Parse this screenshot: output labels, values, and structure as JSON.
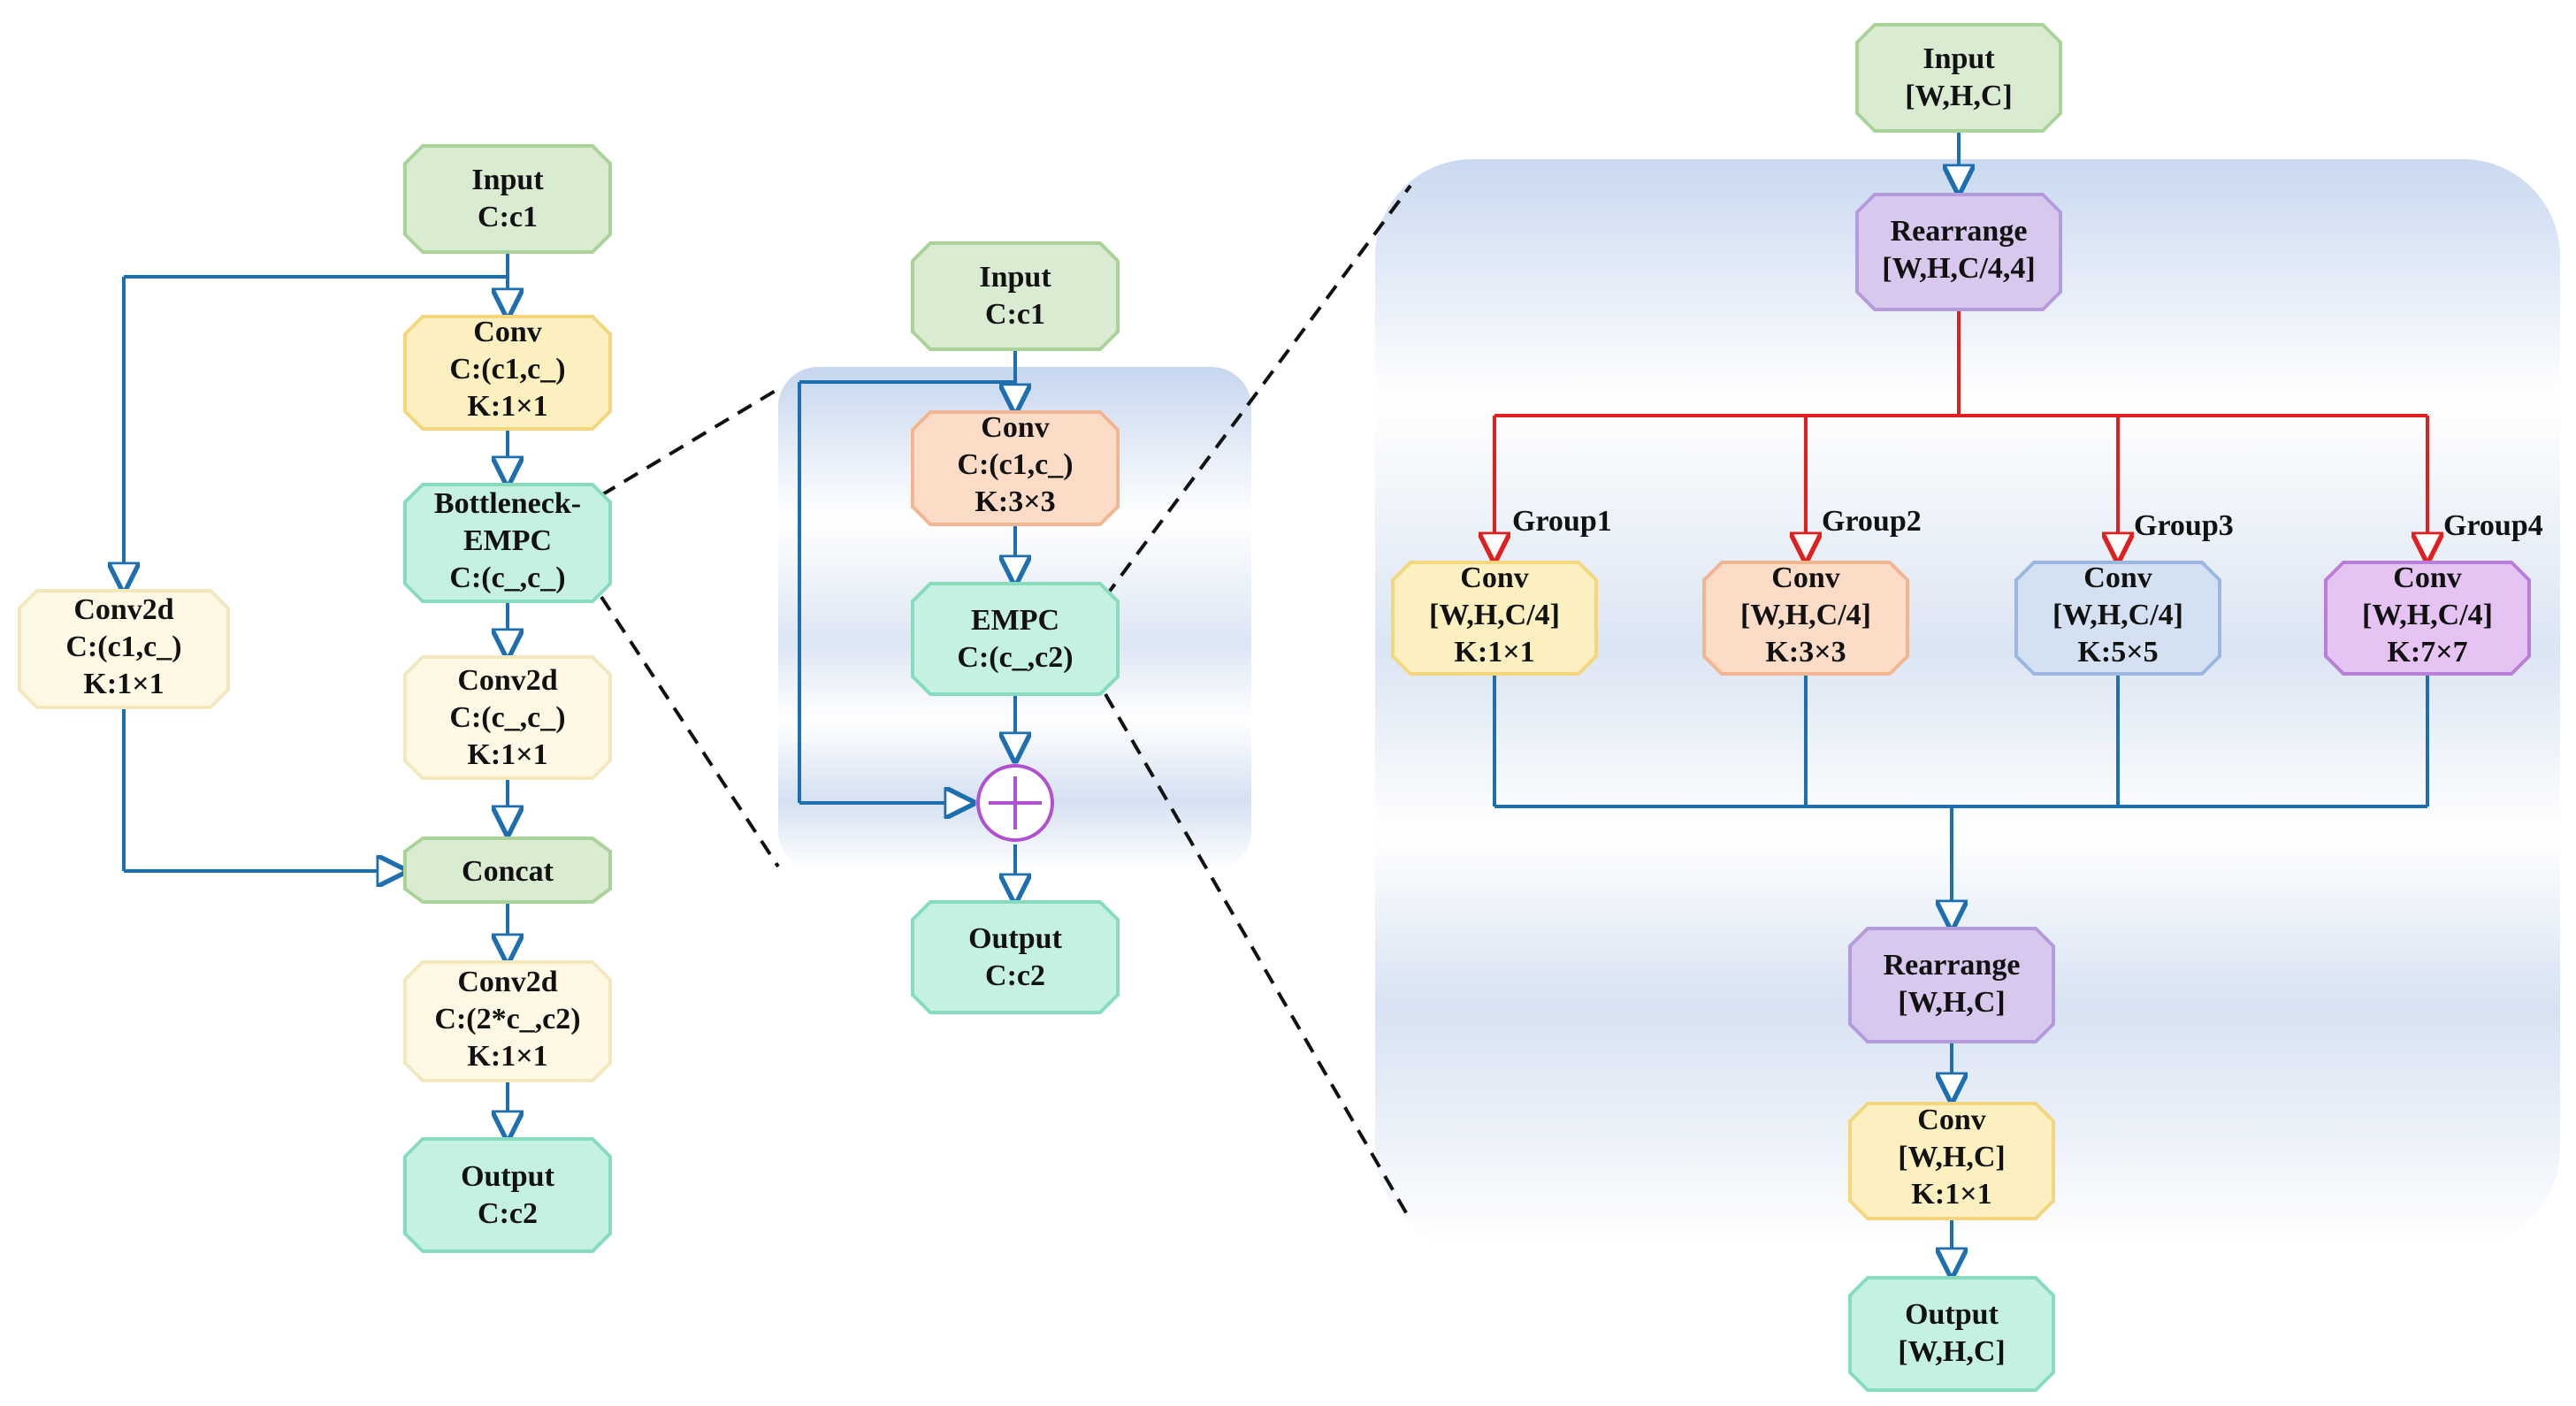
{
  "colors": {
    "green_fill": "#d9ecd2",
    "green_stroke": "#a9d398",
    "yellow_fill": "#fdf0c0",
    "yellow_stroke": "#f4d77c",
    "cream_fill": "#fef8e4",
    "cream_stroke": "#f3e7bd",
    "mint_fill": "#c4f1e2",
    "mint_stroke": "#86dcbd",
    "peach_fill": "#fcdcc7",
    "peach_stroke": "#f2b592",
    "lavender_fill": "#d9c8ee",
    "lavender_stroke": "#b49bdc",
    "blue_fill": "#d4e1f3",
    "blue_stroke": "#9bb7e0",
    "violet_fill": "#e5c3f3",
    "violet_stroke": "#b97fd8",
    "flow_arrow": "#1e6fb0",
    "group_arrow": "#e02020",
    "add_node": "#b052d0",
    "panel_blue": "#c8d8f0"
  },
  "left": {
    "input": {
      "line1": "Input",
      "line2": "C:c1"
    },
    "conv": {
      "line1": "Conv",
      "line2": "C:(c1,c_)",
      "line3": "K:1×1"
    },
    "bottleneck": {
      "line1": "Bottleneck-",
      "line2": "EMPC",
      "line3": "C:(c_,c_)"
    },
    "conv2d_mid": {
      "line1": "Conv2d",
      "line2": "C:(c_,c_)",
      "line3": "K:1×1"
    },
    "conv2d_side": {
      "line1": "Conv2d",
      "line2": "C:(c1,c_)",
      "line3": "K:1×1"
    },
    "concat": {
      "line1": "Concat"
    },
    "conv2d_out": {
      "line1": "Conv2d",
      "line2": "C:(2*c_,c2)",
      "line3": "K:1×1"
    },
    "output": {
      "line1": "Output",
      "line2": "C:c2"
    }
  },
  "middle": {
    "input": {
      "line1": "Input",
      "line2": "C:c1"
    },
    "conv": {
      "line1": "Conv",
      "line2": "C:(c1,c_)",
      "line3": "K:3×3"
    },
    "empc": {
      "line1": "EMPC",
      "line2": "C:(c_,c2)"
    },
    "output": {
      "line1": "Output",
      "line2": "C:c2"
    }
  },
  "right": {
    "input": {
      "line1": "Input",
      "line2": "[W,H,C]"
    },
    "rearrange1": {
      "line1": "Rearrange",
      "line2": "[W,H,C/4,4]"
    },
    "groups": [
      {
        "label": "Group1",
        "line1": "Conv",
        "line2": "[W,H,C/4]",
        "line3": "K:1×1"
      },
      {
        "label": "Group2",
        "line1": "Conv",
        "line2": "[W,H,C/4]",
        "line3": "K:3×3"
      },
      {
        "label": "Group3",
        "line1": "Conv",
        "line2": "[W,H,C/4]",
        "line3": "K:5×5"
      },
      {
        "label": "Group4",
        "line1": "Conv",
        "line2": "[W,H,C/4]",
        "line3": "K:7×7"
      }
    ],
    "rearrange2": {
      "line1": "Rearrange",
      "line2": "[W,H,C]"
    },
    "conv": {
      "line1": "Conv",
      "line2": "[W,H,C]",
      "line3": "K:1×1"
    },
    "output": {
      "line1": "Output",
      "line2": "[W,H,C]"
    }
  }
}
